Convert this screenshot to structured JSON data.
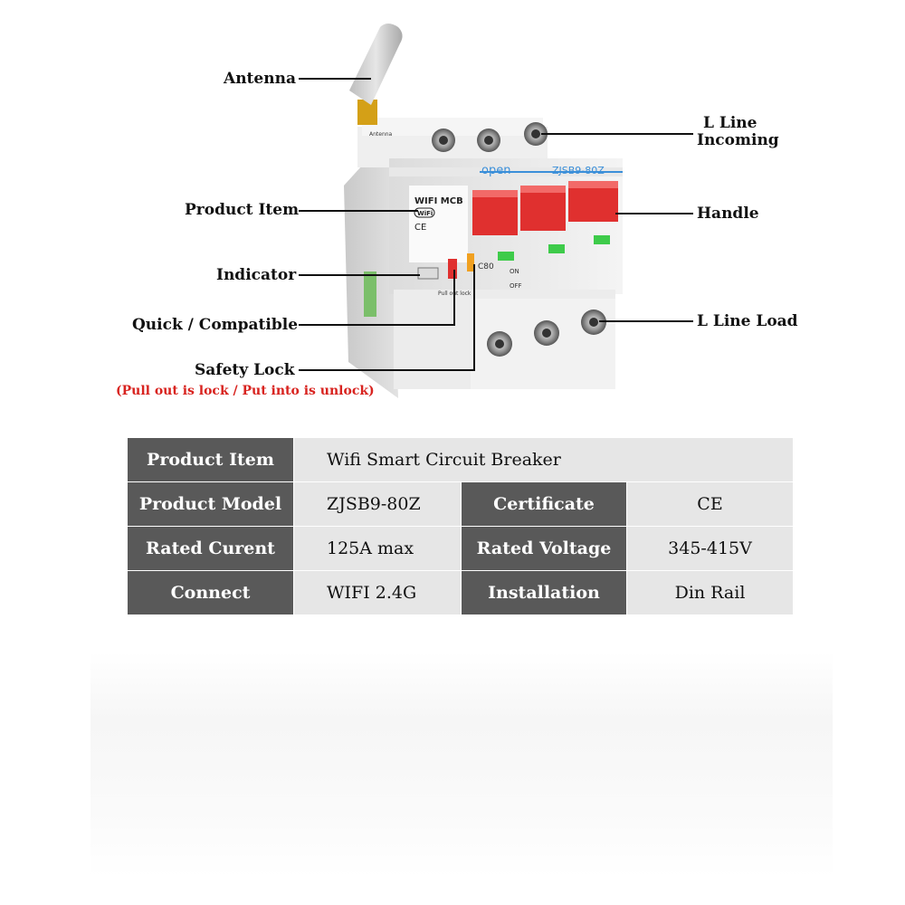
{
  "callouts": {
    "antenna": "Antenna",
    "product_item": "Product Item",
    "indicator": "Indicator",
    "quick_compatible": "Quick / Compatible",
    "safety_lock": "Safety Lock",
    "safety_lock_note": "(Pull out is lock / Put into is unlock)",
    "l_line_incoming_1": "L Line",
    "l_line_incoming_2": "Incoming",
    "handle": "Handle",
    "l_line_load": "L Line Load"
  },
  "device": {
    "antenna_label": "Antenna",
    "brand": "open",
    "model": "ZJSB9-80Z",
    "wifi_mcb": "WIFI MCB",
    "wifi_badge": "WiFi",
    "ce": "CE",
    "rating": "C80",
    "on_label": "ON",
    "off_label": "OFF",
    "lock_label": "Pull out lock"
  },
  "table": {
    "rows": [
      {
        "h1": "Product Item",
        "v1": "Wifi Smart Circuit Breaker"
      },
      {
        "h1": "Product Model",
        "v1": "ZJSB9-80Z",
        "h2": "Certificate",
        "v2": "CE"
      },
      {
        "h1": "Rated Curent",
        "v1": "125A max",
        "h2": "Rated Voltage",
        "v2": "345-415V"
      },
      {
        "h1": "Connect",
        "v1": "WIFI 2.4G",
        "h2": "Installation",
        "v2": "Din Rail"
      }
    ]
  },
  "colors": {
    "header_bg": "#595959",
    "value_bg": "#e6e6e6",
    "handle_red": "#e0302f",
    "note_red": "#d8231f",
    "indicator_green": "#3ecb4a",
    "accent_blue": "#3b8fd9"
  }
}
